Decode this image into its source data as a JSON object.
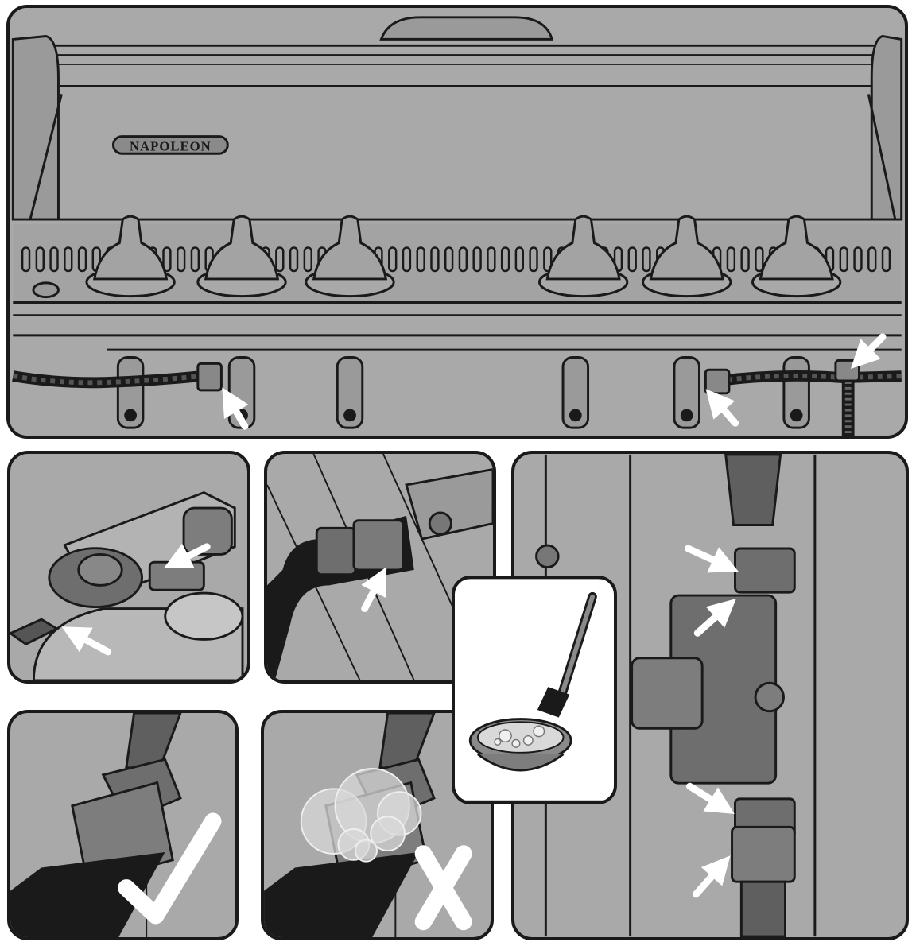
{
  "brand": {
    "logo_text": "NAPOLEON"
  },
  "colors": {
    "body": "#a9a9a9",
    "dark": "#1a1a1a",
    "shade": "#7d7d7d",
    "arrow": "#ffffff"
  },
  "panels": [
    {
      "id": "grill-front",
      "arrows": 3
    },
    {
      "id": "regulator-connection",
      "arrows": 2
    },
    {
      "id": "valve-connection",
      "arrows": 1
    },
    {
      "id": "leak-test-pass",
      "icon": "check-mark-icon"
    },
    {
      "id": "leak-test-fail",
      "icon": "x-mark-icon"
    },
    {
      "id": "natural-gas-regulator",
      "arrows": 4
    },
    {
      "id": "soap-solution-brush",
      "icon": "brush-and-bowl-icon"
    }
  ]
}
